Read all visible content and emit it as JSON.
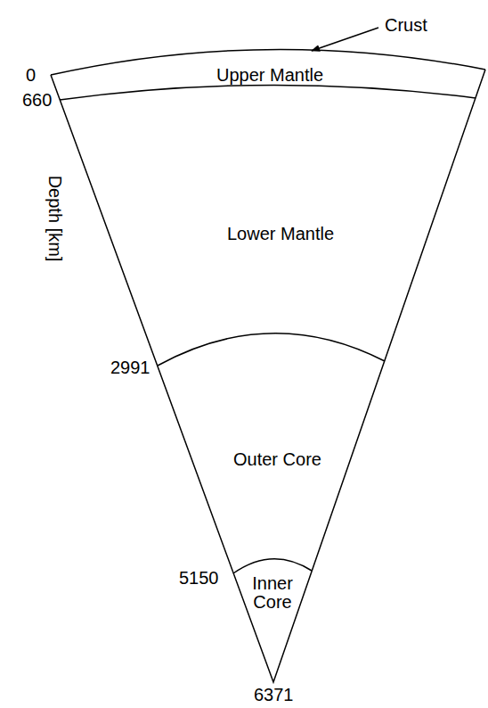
{
  "diagram": {
    "nodes": [
      {
        "text": [
          "Upper Mantle"
        ]
      },
      {
        "text": [
          "Lower Mantle"
        ]
      },
      {
        "text": [
          "Outer Core"
        ]
      },
      {
        "text": [
          "Inner Core"
        ]
      }
    ],
    "labels": [
      "Crust",
      "0",
      "660",
      "Depth [km]",
      "2991",
      "5150",
      "6371"
    ]
  }
}
